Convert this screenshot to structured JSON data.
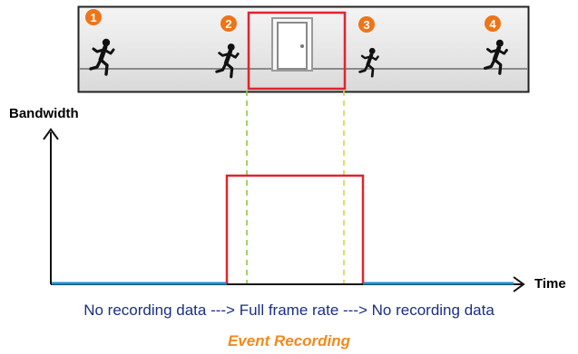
{
  "scene": {
    "steps": [
      "1",
      "2",
      "3",
      "4"
    ],
    "door_icon": "door-icon",
    "runner_icon": "running-person-icon"
  },
  "axes": {
    "y_label": "Bandwidth",
    "x_label": "Time"
  },
  "caption": "No recording data ---> Full frame rate ---> No recording data",
  "title": "Event Recording",
  "colors": {
    "step_badge": "#ee7417",
    "event_zone": "#e0242f",
    "baseline": "#1c8fd6",
    "entry_guide": "#8cc63f",
    "exit_guide": "#d6d63a",
    "caption_text": "#1a2f86",
    "title_text": "#f08a1e"
  }
}
